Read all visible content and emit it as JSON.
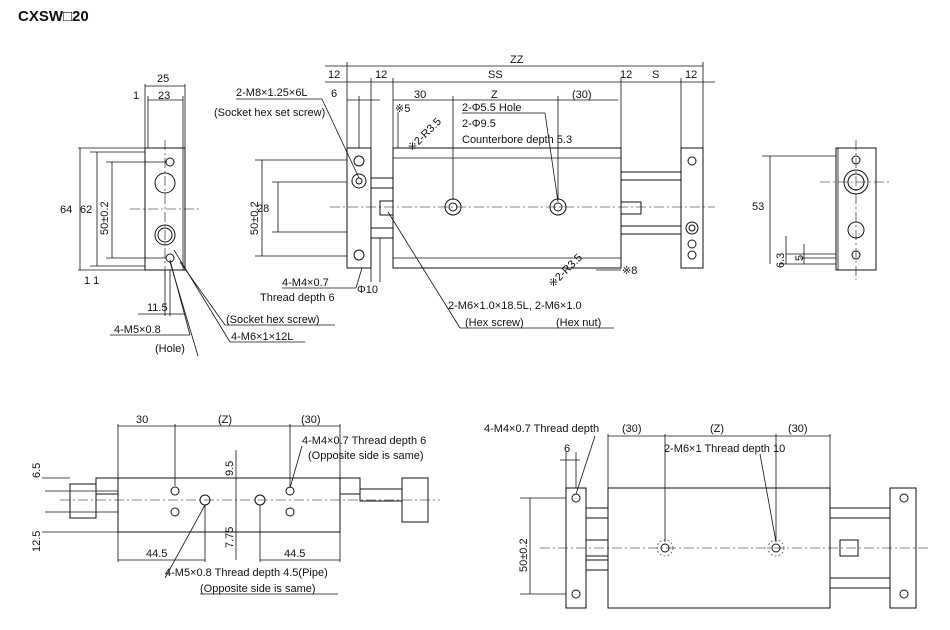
{
  "title": "CXSW□20",
  "view1": {
    "d25": "25",
    "d1": "1",
    "d23": "23",
    "d64": "64",
    "d62": "62",
    "d50": "50±0.2",
    "d11_bottom": "1 1",
    "d11_5": "11.5",
    "m5": "4-M5×0.8",
    "hole": "(Hole)",
    "socket_hex_screw": "(Socket hex screw)",
    "m6x12": "4-M6×1×12L"
  },
  "view2": {
    "zz": "ZZ",
    "ss": "SS",
    "d12a": "12",
    "d12b": "12",
    "d12c": "12",
    "d12d": "12",
    "s": "S",
    "d6": "6",
    "d30": "30",
    "z": "Z",
    "p30": "(30)",
    "x5": "※5",
    "r35a": "※2-R3.5",
    "r35b": "※2-R3.5",
    "x8": "※8",
    "m8": "2-M8×1.25×6L",
    "socket_set": "(Socket hex set screw)",
    "hole55": "2-Φ5.5 Hole",
    "phi95": "2-Φ9.5",
    "cbore": "Counterbore depth 5.3",
    "d50": "50±0.2",
    "d28": "28",
    "m4": "4-M4×0.7",
    "thread6": "Thread depth 6",
    "phi10": "Φ10",
    "m6hex": "2-M6×1.0×18.5L, 2-M6×1.0",
    "hex_screw": "(Hex screw)",
    "hex_nut": "(Hex nut)"
  },
  "view3": {
    "d53": "53",
    "d63": "6.3",
    "d5": "5"
  },
  "view4": {
    "d30": "30",
    "z": "(Z)",
    "p30": "(30)",
    "m4": "4-M4×0.7 Thread depth 6",
    "opp1": "(Opposite side is same)",
    "d65": "6.5",
    "d95": "9.5",
    "d125": "12.5",
    "d775": "7.75",
    "d445a": "44.5",
    "d445b": "44.5",
    "m5": "4-M5×0.8 Thread depth 4.5(Pipe)",
    "opp2": "(Opposite side is same)"
  },
  "view5": {
    "m4": "4-M4×0.7 Thread depth",
    "p30a": "(30)",
    "d6": "6",
    "z": "(Z)",
    "p30b": "(30)",
    "m6": "2-M6×1 Thread depth 10",
    "d50": "50±0.2"
  }
}
